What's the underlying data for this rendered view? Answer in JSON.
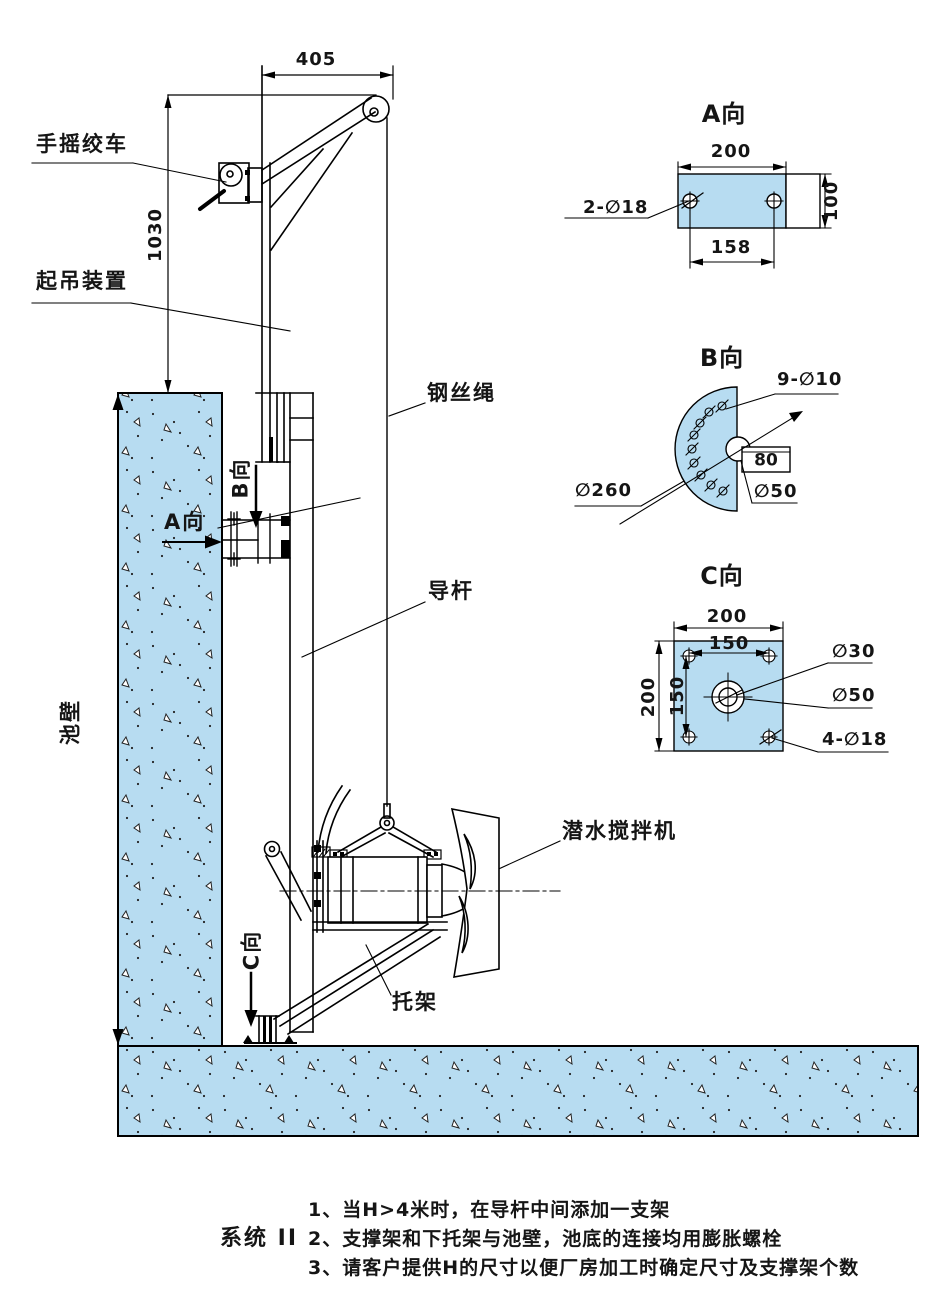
{
  "colors": {
    "plate_blue": "#b7dcf1",
    "line": "#000000"
  },
  "main_view": {
    "dim_top": "405",
    "dim_height": "1030",
    "label_hand_winch": "手摇绞车",
    "label_lifting_device": "起吊装置",
    "label_wire_rope": "钢丝绳",
    "label_guide_rod": "导杆",
    "label_mixer": "潜水搅拌机",
    "label_bracket": "托架",
    "label_pool_wall": "池壁",
    "marker_a": "A向",
    "marker_b": "B向",
    "marker_c": "C向"
  },
  "view_a": {
    "title": "A向",
    "dim_width": "200",
    "dim_height": "100",
    "dim_hole_spacing": "158",
    "label_holes": "2-∅18"
  },
  "view_b": {
    "title": "B向",
    "label_holes": "9-∅10",
    "label_outer_dia": "∅260",
    "label_center_dia": "∅50",
    "dim_boss": "80"
  },
  "view_c": {
    "title": "C向",
    "dim_width": "200",
    "dim_height": "200",
    "dim_hole_spacing_x": "150",
    "dim_hole_spacing_y": "150",
    "label_center_hole": "∅30",
    "label_boss": "∅50",
    "label_corner_holes": "4-∅18"
  },
  "footer": {
    "system_label": "系统 II",
    "notes": [
      "1、当H>4米时，在导杆中间添加一支架",
      "2、支撑架和下托架与池壁，池底的连接均用膨胀螺栓",
      "3、请客户提供H的尺寸以便厂房加工时确定尺寸及支撑架个数"
    ]
  }
}
